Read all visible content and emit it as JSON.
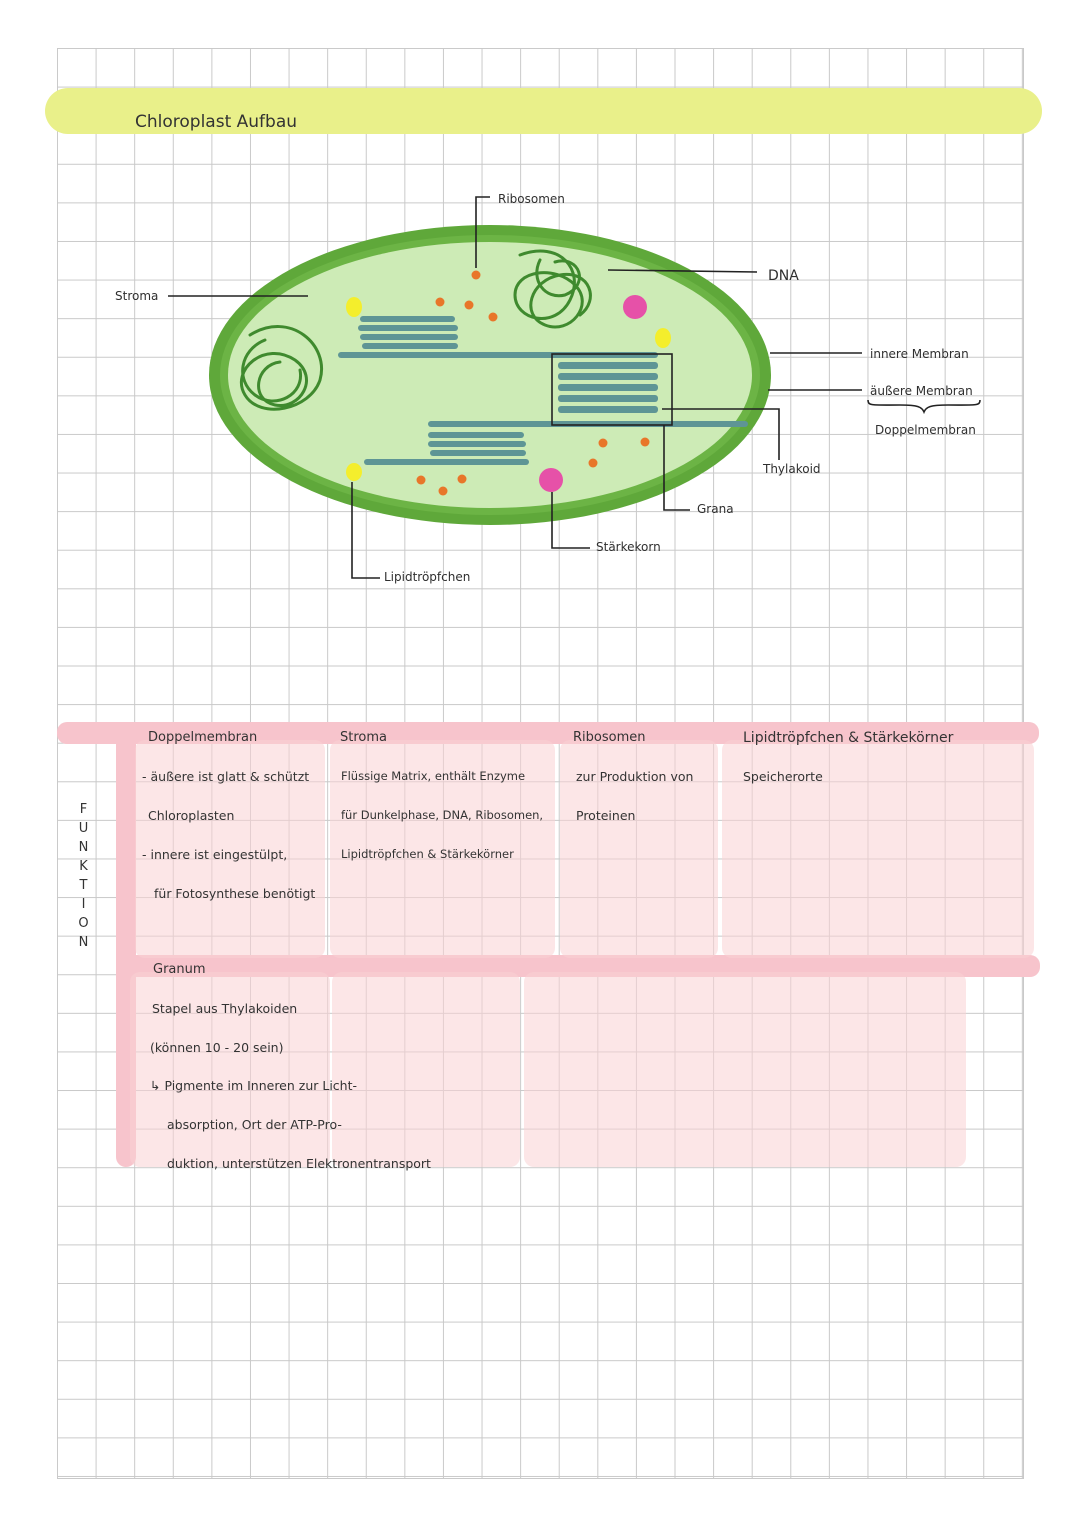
{
  "title": "Chloroplast Aufbau",
  "diagram_labels": {
    "ribosomen": "Ribosomen",
    "dna": "DNA",
    "stroma": "Stroma",
    "innere_membran": "innere Membran",
    "aeussere_membran": "äußere Membran",
    "doppelmembran": "Doppelmembran",
    "thylakoid": "Thylakoid",
    "grana": "Grana",
    "staerkekorn": "Stärkekorn",
    "lipidtroepfchen": "Lipidtröpfchen"
  },
  "function_label": "FUNKTION",
  "function_letters": [
    "F",
    "U",
    "N",
    "K",
    "T",
    "I",
    "O",
    "N"
  ],
  "table": {
    "col1": {
      "heading": "Doppelmembran",
      "lines": [
        "- äußere ist glatt & schützt",
        "Chloroplasten",
        "- innere ist eingestülpt,",
        "für Fotosynthese benötigt"
      ]
    },
    "col2": {
      "heading": "Stroma",
      "lines": [
        "Flüssige Matrix, enthält Enzyme",
        "für Dunkelphase, DNA, Ribosomen,",
        "Lipidtröpfchen & Stärkekörner"
      ]
    },
    "col3": {
      "heading": "Ribosomen",
      "lines": [
        "zur Produktion von",
        "Proteinen"
      ]
    },
    "col4": {
      "heading": "Lipidtröpfchen & Stärkekörner",
      "lines": [
        "Speicherorte"
      ]
    },
    "granum": {
      "heading": "Granum",
      "lines": [
        "Stapel aus Thylakoiden",
        "(können 10 - 20 sein)",
        "↳ Pigmente im Inneren zur Licht-",
        "absorption, Ort der ATP-Pro-",
        "duktion, unterstützen Elektronentransport"
      ]
    }
  },
  "colors": {
    "title_highlight": "#e9f08a",
    "membrane_outer": "#5fa83a",
    "stroma_fill": "#cdebb6",
    "thylakoid": "#5e9595",
    "dna": "#3f8a2e",
    "ribosome": "#e8762a",
    "starch": "#e651a8",
    "lipid": "#f4ee2c",
    "table_band": "#f7c4cc"
  }
}
